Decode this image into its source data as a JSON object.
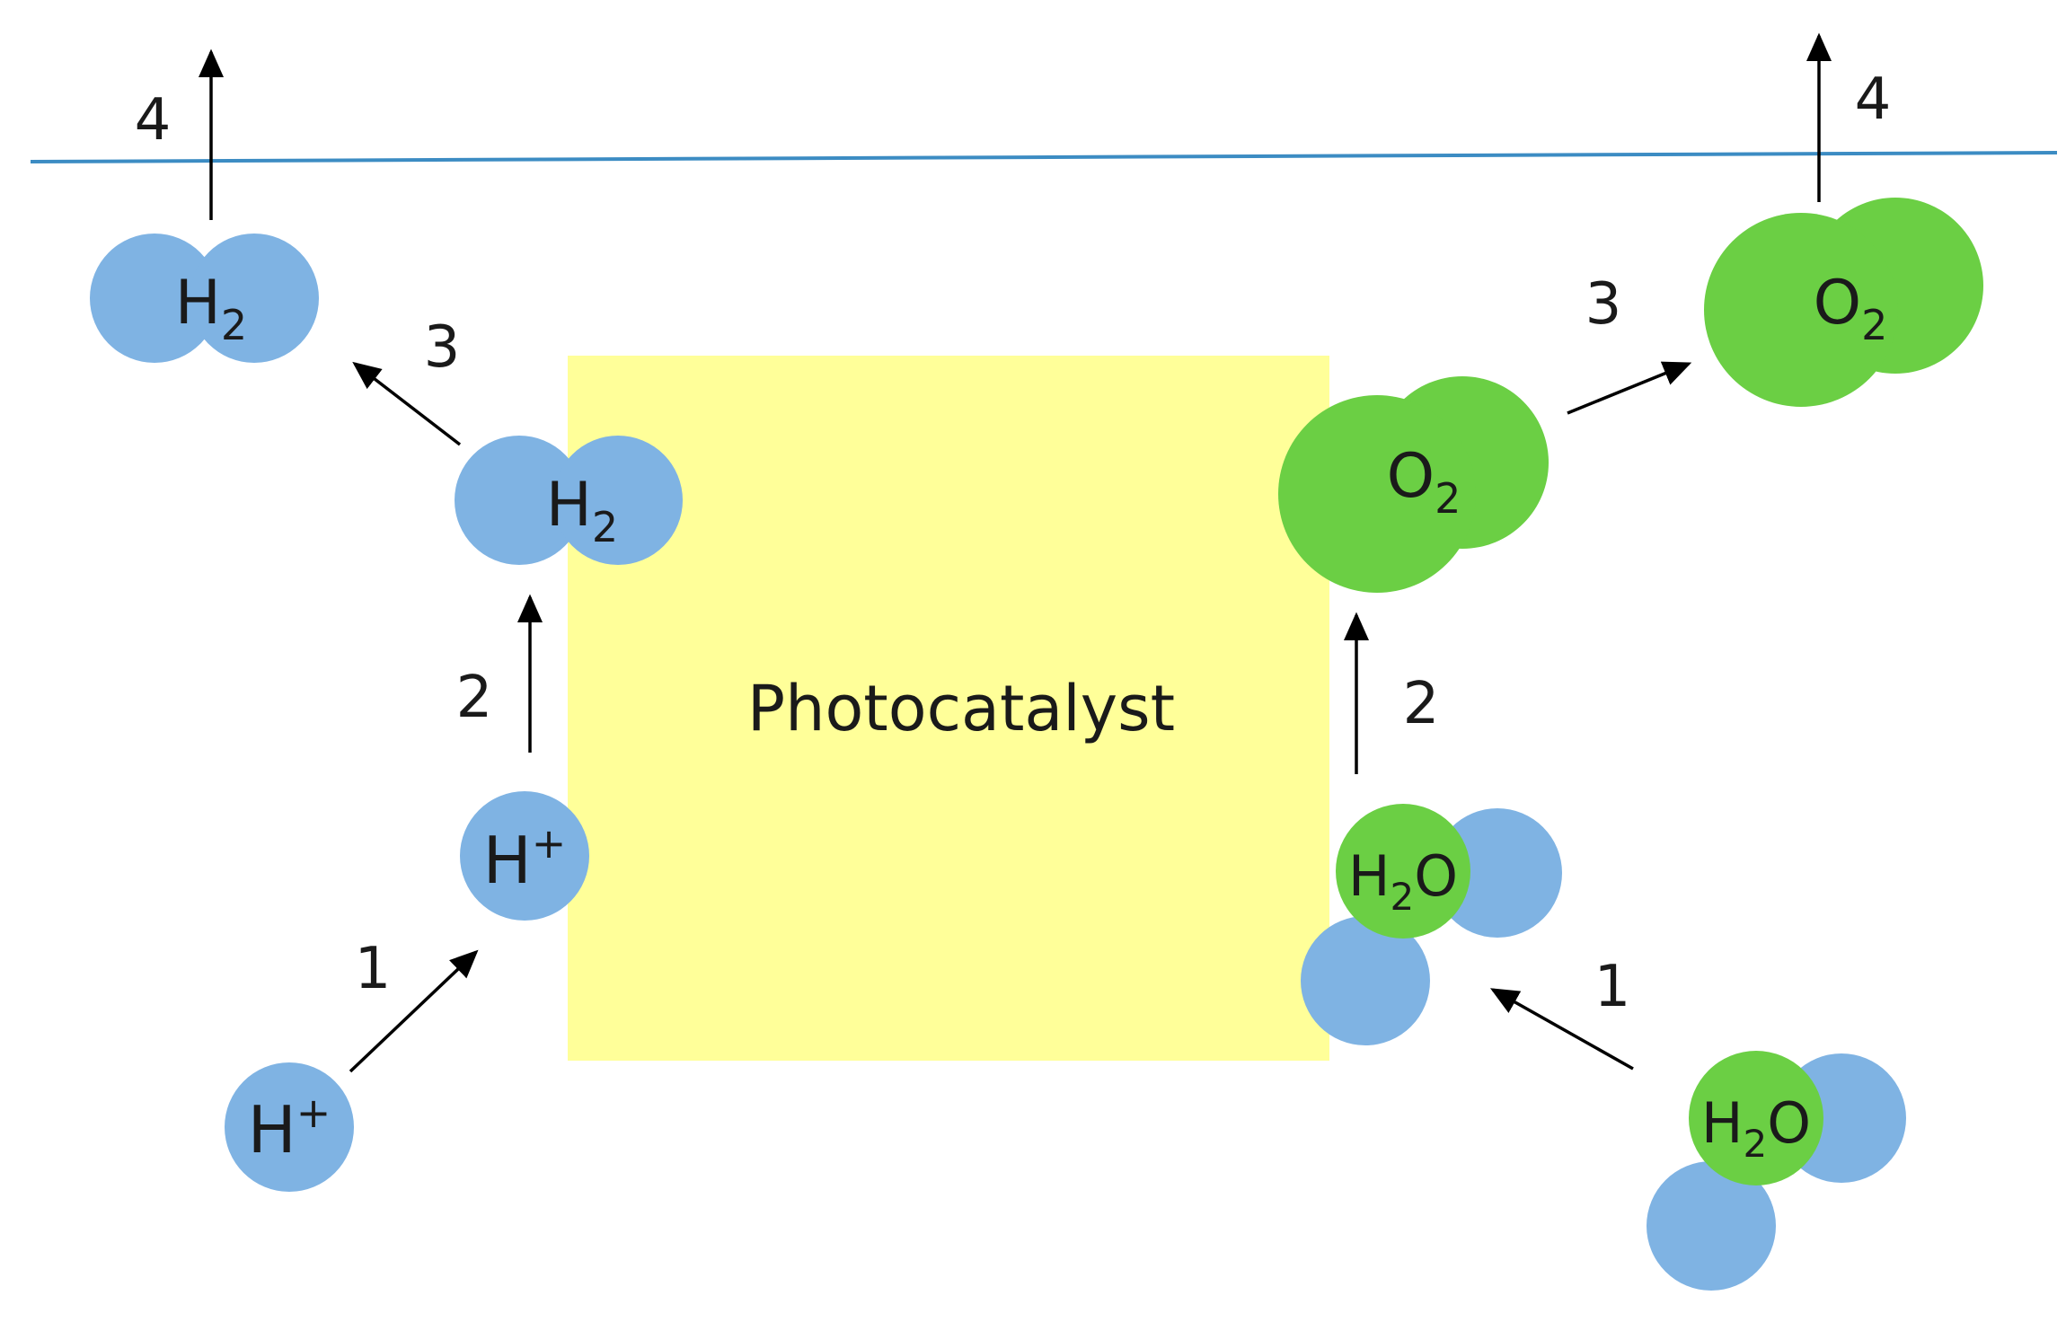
{
  "colors": {
    "hydrogen": "#7fb3e3",
    "oxygen": "#6bcf44",
    "photocatalyst": "#ffff99",
    "surface_line": "#3c8cc3",
    "arrow": "#000000"
  },
  "photocatalyst": {
    "label": "Photocatalyst"
  },
  "left": {
    "h_plus_bulk": {
      "base": "H",
      "sup": "+"
    },
    "h_plus_surface": {
      "base": "H",
      "sup": "+"
    },
    "h2_surface": {
      "base": "H",
      "sub": "2"
    },
    "h2_released": {
      "base": "H",
      "sub": "2"
    },
    "steps": [
      "1",
      "2",
      "3",
      "4"
    ]
  },
  "right": {
    "h2o_bulk": {
      "base1": "H",
      "sub": "2",
      "base2": "O"
    },
    "h2o_surface": {
      "base1": "H",
      "sub": "2",
      "base2": "O"
    },
    "o2_surface": {
      "base": "O",
      "sub": "2"
    },
    "o2_released": {
      "base": "O",
      "sub": "2"
    },
    "steps": [
      "1",
      "2",
      "3",
      "4"
    ]
  }
}
